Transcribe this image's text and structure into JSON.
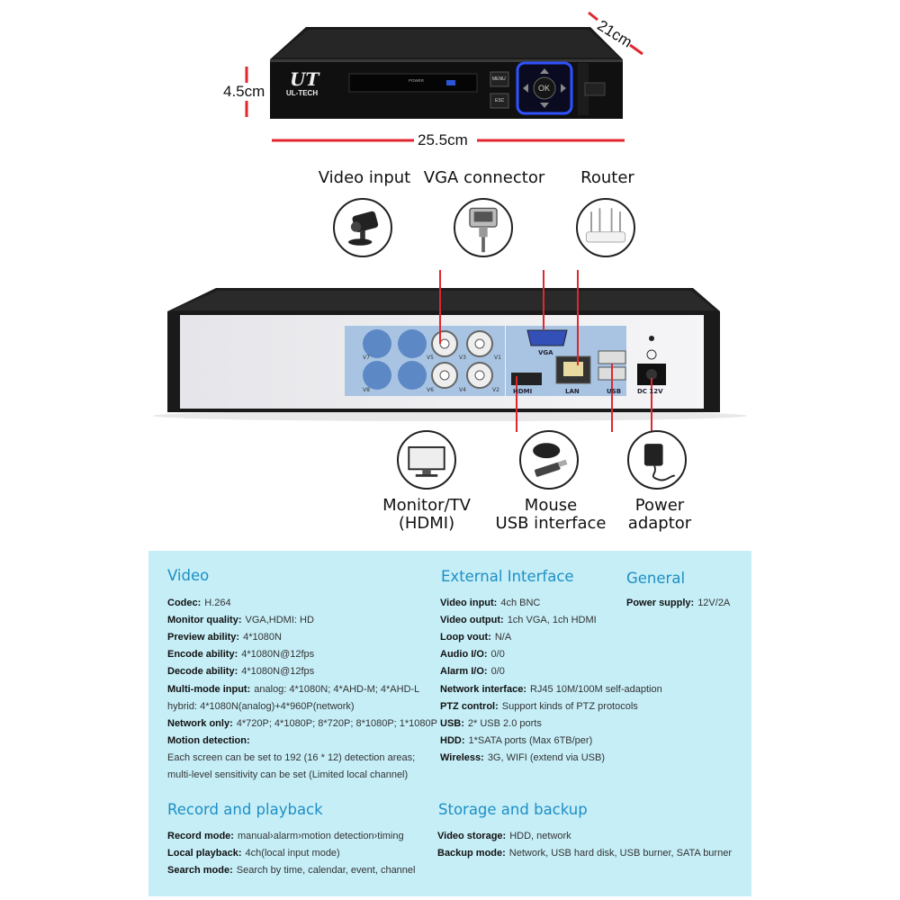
{
  "dimensions": {
    "height": "4.5cm",
    "depth": "21cm",
    "width": "25.5cm"
  },
  "front_panel": {
    "brand": "UL-TECH",
    "logo": "UT",
    "power_label": "POWER",
    "menu": "MENU",
    "esc": "ESC",
    "ok": "OK"
  },
  "back_panel": {
    "bnc_labels": [
      "V7",
      "V5",
      "V3",
      "V1",
      "V8",
      "V6",
      "V4",
      "V2"
    ],
    "vga": "VGA",
    "lan": "LAN",
    "usb": "USB",
    "dc": "DC 12V",
    "hdmi": "HDMI"
  },
  "connectors": {
    "video_input": "Video input",
    "vga_connector": "VGA connector",
    "router": "Router",
    "monitor_line1": "Monitor/TV",
    "monitor_line2": "(HDMI)",
    "mouse_line1": "Mouse",
    "mouse_line2": "USB interface",
    "power_line1": "Power",
    "power_line2": "adaptor"
  },
  "colors": {
    "accent": "#1d8fc4",
    "line": "#e0262e",
    "panel": "#c6eef7"
  },
  "specs": {
    "video": {
      "title": "Video",
      "rows": [
        {
          "k": "Codec:",
          "v": "H.264"
        },
        {
          "k": "Monitor quality:",
          "v": "VGA,HDMI: HD"
        },
        {
          "k": "Preview ability:",
          "v": "4*1080N"
        },
        {
          "k": "Encode ability:",
          "v": "4*1080N@12fps"
        },
        {
          "k": "Decode ability:",
          "v": "4*1080N@12fps"
        },
        {
          "k": "Multi-mode input:",
          "v": "analog: 4*1080N; 4*AHD-M; 4*AHD-L"
        },
        {
          "k": "",
          "v": "hybrid: 4*1080N(analog)+4*960P(network)"
        },
        {
          "k": "Network only:",
          "v": "4*720P; 4*1080P; 8*720P; 8*1080P; 1*1080P"
        },
        {
          "k": "Motion detection:",
          "v": ""
        },
        {
          "k": "",
          "v": "Each screen can be set to 192 (16 * 12) detection areas;"
        },
        {
          "k": "",
          "v": "multi-level sensitivity can be set (Limited local channel)"
        }
      ]
    },
    "external": {
      "title": "External Interface",
      "rows": [
        {
          "k": "Video input:",
          "v": "4ch BNC"
        },
        {
          "k": "Video output:",
          "v": "1ch VGA, 1ch HDMI"
        },
        {
          "k": "Loop vout:",
          "v": "N/A"
        },
        {
          "k": "Audio I/O:",
          "v": "0/0"
        },
        {
          "k": "Alarm I/O:",
          "v": "0/0"
        },
        {
          "k": "Network interface:",
          "v": "RJ45 10M/100M self-adaption"
        },
        {
          "k": "PTZ control:",
          "v": "Support kinds of PTZ protocols"
        },
        {
          "k": "USB:",
          "v": "2* USB 2.0 ports"
        },
        {
          "k": "HDD:",
          "v": "1*SATA ports (Max 6TB/per)"
        },
        {
          "k": "Wireless:",
          "v": "3G, WIFI (extend via USB)"
        }
      ]
    },
    "general": {
      "title": "General",
      "rows": [
        {
          "k": "Power supply:",
          "v": "12V/2A"
        }
      ]
    },
    "record": {
      "title": "Record and playback",
      "rows": [
        {
          "k": "Record mode:",
          "v": "manual›alarm›motion detection›timing"
        },
        {
          "k": "Local playback:",
          "v": "4ch(local input mode)"
        },
        {
          "k": "Search mode:",
          "v": "Search by time, calendar, event, channel"
        }
      ]
    },
    "storage": {
      "title": "Storage and backup",
      "rows": [
        {
          "k": "Video storage:",
          "v": "HDD, network"
        },
        {
          "k": "Backup mode:",
          "v": "Network, USB hard disk, USB burner, SATA burner"
        }
      ]
    }
  }
}
